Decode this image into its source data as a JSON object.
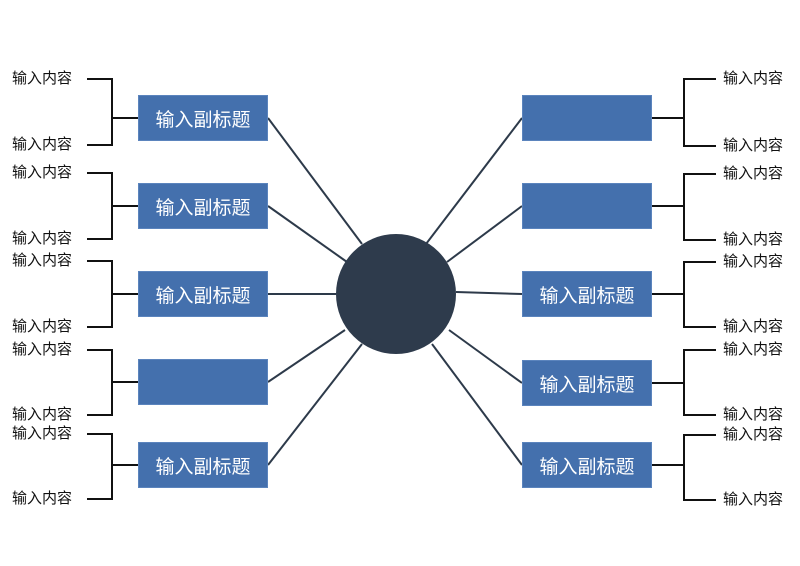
{
  "colors": {
    "box": "#4470ad",
    "hub": "#2e3b4c",
    "spoke": "#2d3a4a",
    "bracket": "#111111"
  },
  "center": {
    "text": ""
  },
  "left": [
    {
      "title": "输入副标题",
      "items": [
        "输入内容",
        "输入内容"
      ]
    },
    {
      "title": "输入副标题",
      "items": [
        "输入内容",
        "输入内容"
      ]
    },
    {
      "title": "输入副标题",
      "items": [
        "输入内容",
        "输入内容"
      ]
    },
    {
      "title": "",
      "items": [
        "输入内容",
        "输入内容"
      ]
    },
    {
      "title": "输入副标题",
      "items": [
        "输入内容",
        "输入内容"
      ]
    }
  ],
  "right": [
    {
      "title": "",
      "items": [
        "输入内容",
        "输入内容"
      ]
    },
    {
      "title": "",
      "items": [
        "输入内容",
        "输入内容"
      ]
    },
    {
      "title": "输入副标题",
      "items": [
        "输入内容",
        "输入内容"
      ]
    },
    {
      "title": "输入副标题",
      "items": [
        "输入内容",
        "输入内容"
      ]
    },
    {
      "title": "输入副标题",
      "items": [
        "输入内容",
        "输入内容"
      ]
    }
  ]
}
